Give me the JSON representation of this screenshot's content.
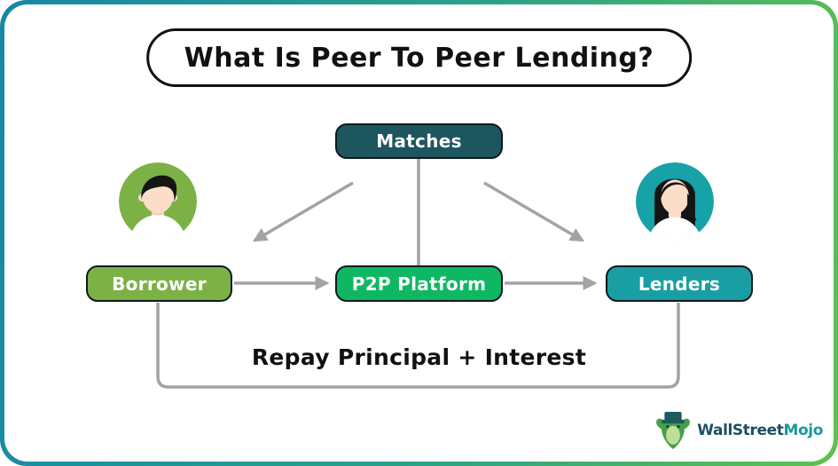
{
  "title": "What Is Peer To Peer Lending?",
  "colors": {
    "frame_gradient_left": "#1788a7",
    "frame_gradient_right": "#5ec24e",
    "arrow": "#a3a3a3",
    "matches_bg": "#1d565e",
    "borrower_bg": "#7cb245",
    "platform_bg": "#0eb863",
    "lenders_bg": "#199fa3",
    "box_text": "#ffffff"
  },
  "nodes": {
    "matches": "Matches",
    "borrower": "Borrower",
    "platform": "P2P Platform",
    "lenders": "Lenders"
  },
  "flow_label": "Repay Principal + Interest",
  "avatars": {
    "borrower": {
      "circle": "#7cb245",
      "skin": "#fbddc8",
      "hair": "#151515",
      "shirt": "#ffffff"
    },
    "lender": {
      "circle": "#16a2a6",
      "skin": "#fbddc8",
      "hair": "#151515",
      "shirt": "#ffffff"
    }
  },
  "logo": {
    "text_primary": "WallStreet",
    "text_secondary": "Mojo",
    "primary_color": "#1d4f63",
    "secondary_color": "#17999e",
    "mascot_green": "#45a149",
    "mascot_light": "#bede9a",
    "mascot_dark": "#1d5b5e"
  }
}
